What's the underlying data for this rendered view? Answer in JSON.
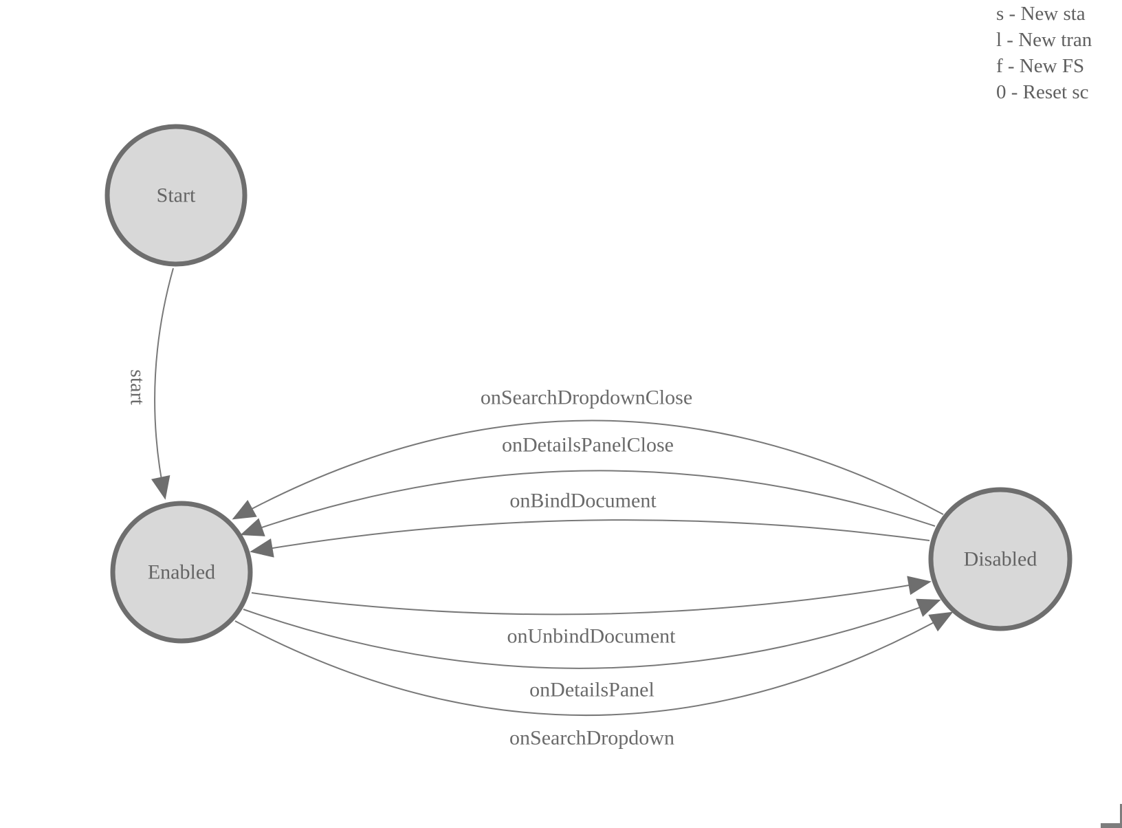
{
  "legend": {
    "lines": [
      "s - New sta",
      "l - New tran",
      "f - New FS",
      "0 - Reset sc"
    ]
  },
  "diagram": {
    "type": "state-machine",
    "nodes": [
      {
        "id": "start",
        "label": "Start"
      },
      {
        "id": "enabled",
        "label": "Enabled"
      },
      {
        "id": "disabled",
        "label": "Disabled"
      }
    ],
    "edges": [
      {
        "from": "start",
        "to": "enabled",
        "label": "start"
      },
      {
        "from": "disabled",
        "to": "enabled",
        "label": "onSearchDropdownClose"
      },
      {
        "from": "disabled",
        "to": "enabled",
        "label": "onDetailsPanelClose"
      },
      {
        "from": "disabled",
        "to": "enabled",
        "label": "onBindDocument"
      },
      {
        "from": "enabled",
        "to": "disabled",
        "label": "onUnbindDocument"
      },
      {
        "from": "enabled",
        "to": "disabled",
        "label": "onDetailsPanel"
      },
      {
        "from": "enabled",
        "to": "disabled",
        "label": "onSearchDropdown"
      }
    ]
  },
  "colors": {
    "node_fill": "#d8d8d8",
    "node_stroke": "#6e6e6e",
    "edge_stroke": "#787878",
    "arrow_fill": "#6e6e6e",
    "label_text": "#6a6a6a",
    "legend_text": "#5f5f5f",
    "corner_shape": "#7d7d7d",
    "background": "#ffffff"
  }
}
